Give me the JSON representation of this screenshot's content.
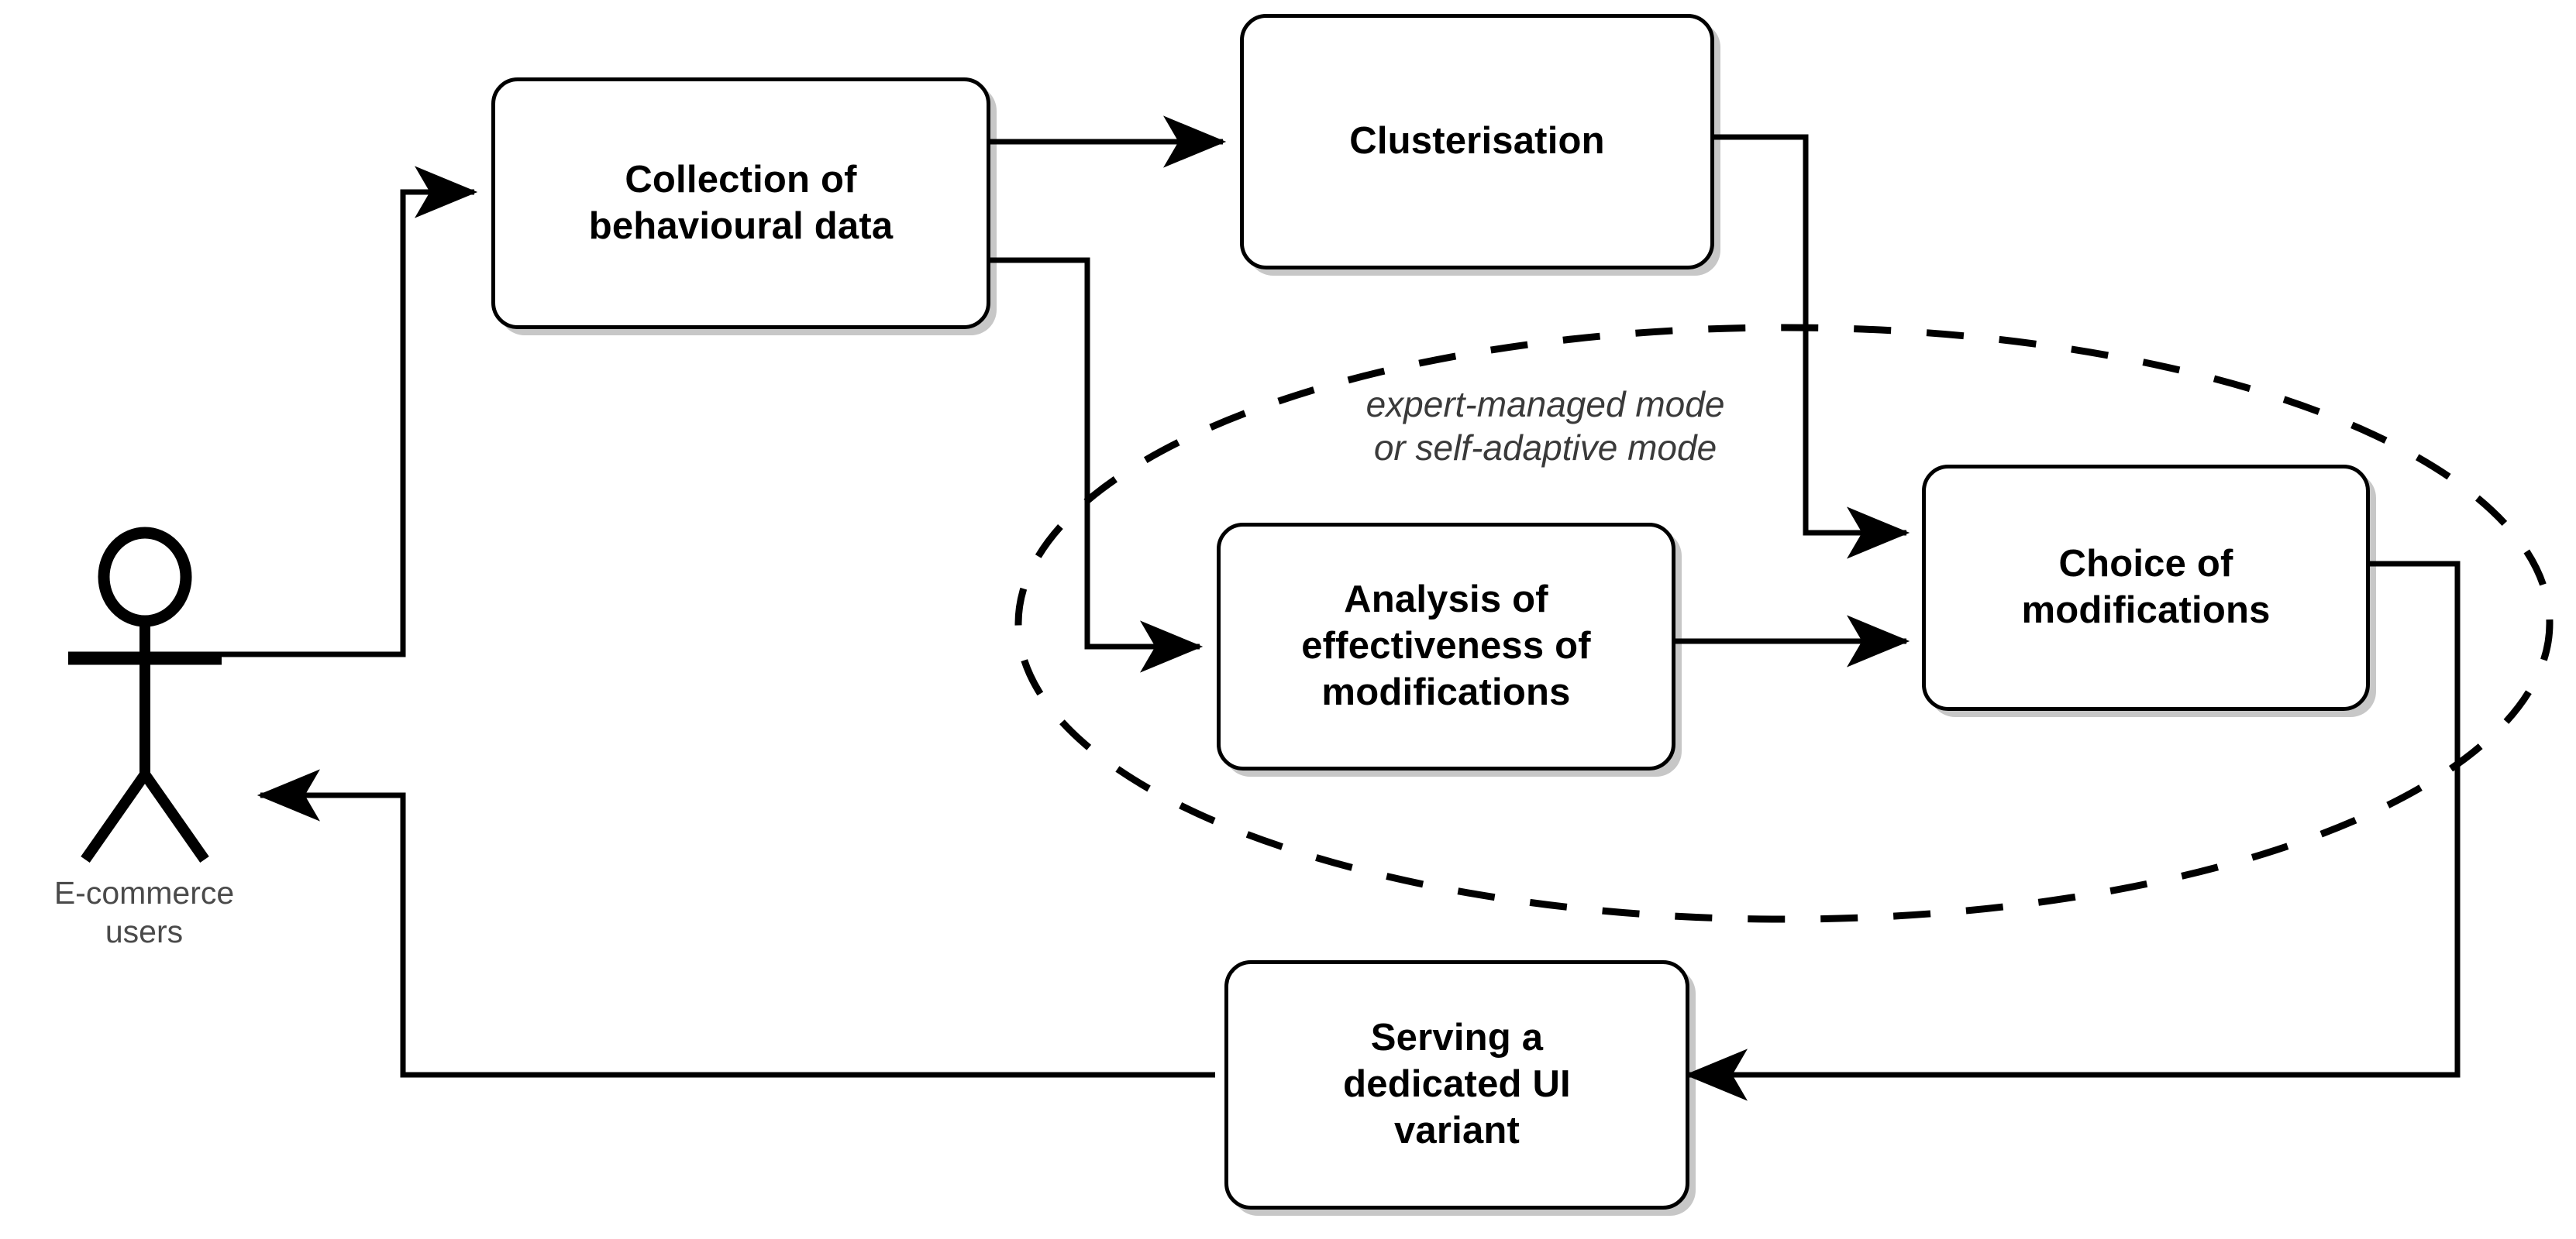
{
  "diagram": {
    "type": "flow-diagram",
    "background_color": "#ffffff",
    "stroke_color": "#000000",
    "label_color": "#3a3a3a",
    "actor": {
      "icon": "stick-figure-actor-icon",
      "label": "E-commerce\nusers"
    },
    "nodes": [
      {
        "id": "collection",
        "label": "Collection of\nbehavioural data"
      },
      {
        "id": "clusterisation",
        "label": "Clusterisation"
      },
      {
        "id": "analysis",
        "label": "Analysis of\neffectiveness of\nmodifications"
      },
      {
        "id": "choice",
        "label": "Choice of\nmodifications"
      },
      {
        "id": "serving",
        "label": "Serving a\ndedicated UI\nvariant"
      }
    ],
    "grouping": {
      "shape": "dashed-ellipse",
      "label": "expert-managed mode\nor self-adaptive mode"
    },
    "edges": [
      {
        "id": "actor-to-collection",
        "from": "E-commerce users",
        "to": "Collection of behavioural data"
      },
      {
        "id": "collection-to-clusterisation",
        "from": "Collection of behavioural data",
        "to": "Clusterisation"
      },
      {
        "id": "collection-to-analysis",
        "from": "Collection of behavioural data",
        "to": "Analysis of effectiveness of modifications"
      },
      {
        "id": "clusterisation-to-choice",
        "from": "Clusterisation",
        "to": "Choice of modifications"
      },
      {
        "id": "analysis-to-choice",
        "from": "Analysis of effectiveness of modifications",
        "to": "Choice of modifications"
      },
      {
        "id": "choice-to-serving",
        "from": "Choice of modifications",
        "to": "Serving a dedicated UI variant"
      },
      {
        "id": "serving-to-actor",
        "from": "Serving a dedicated UI variant",
        "to": "E-commerce users"
      }
    ]
  }
}
